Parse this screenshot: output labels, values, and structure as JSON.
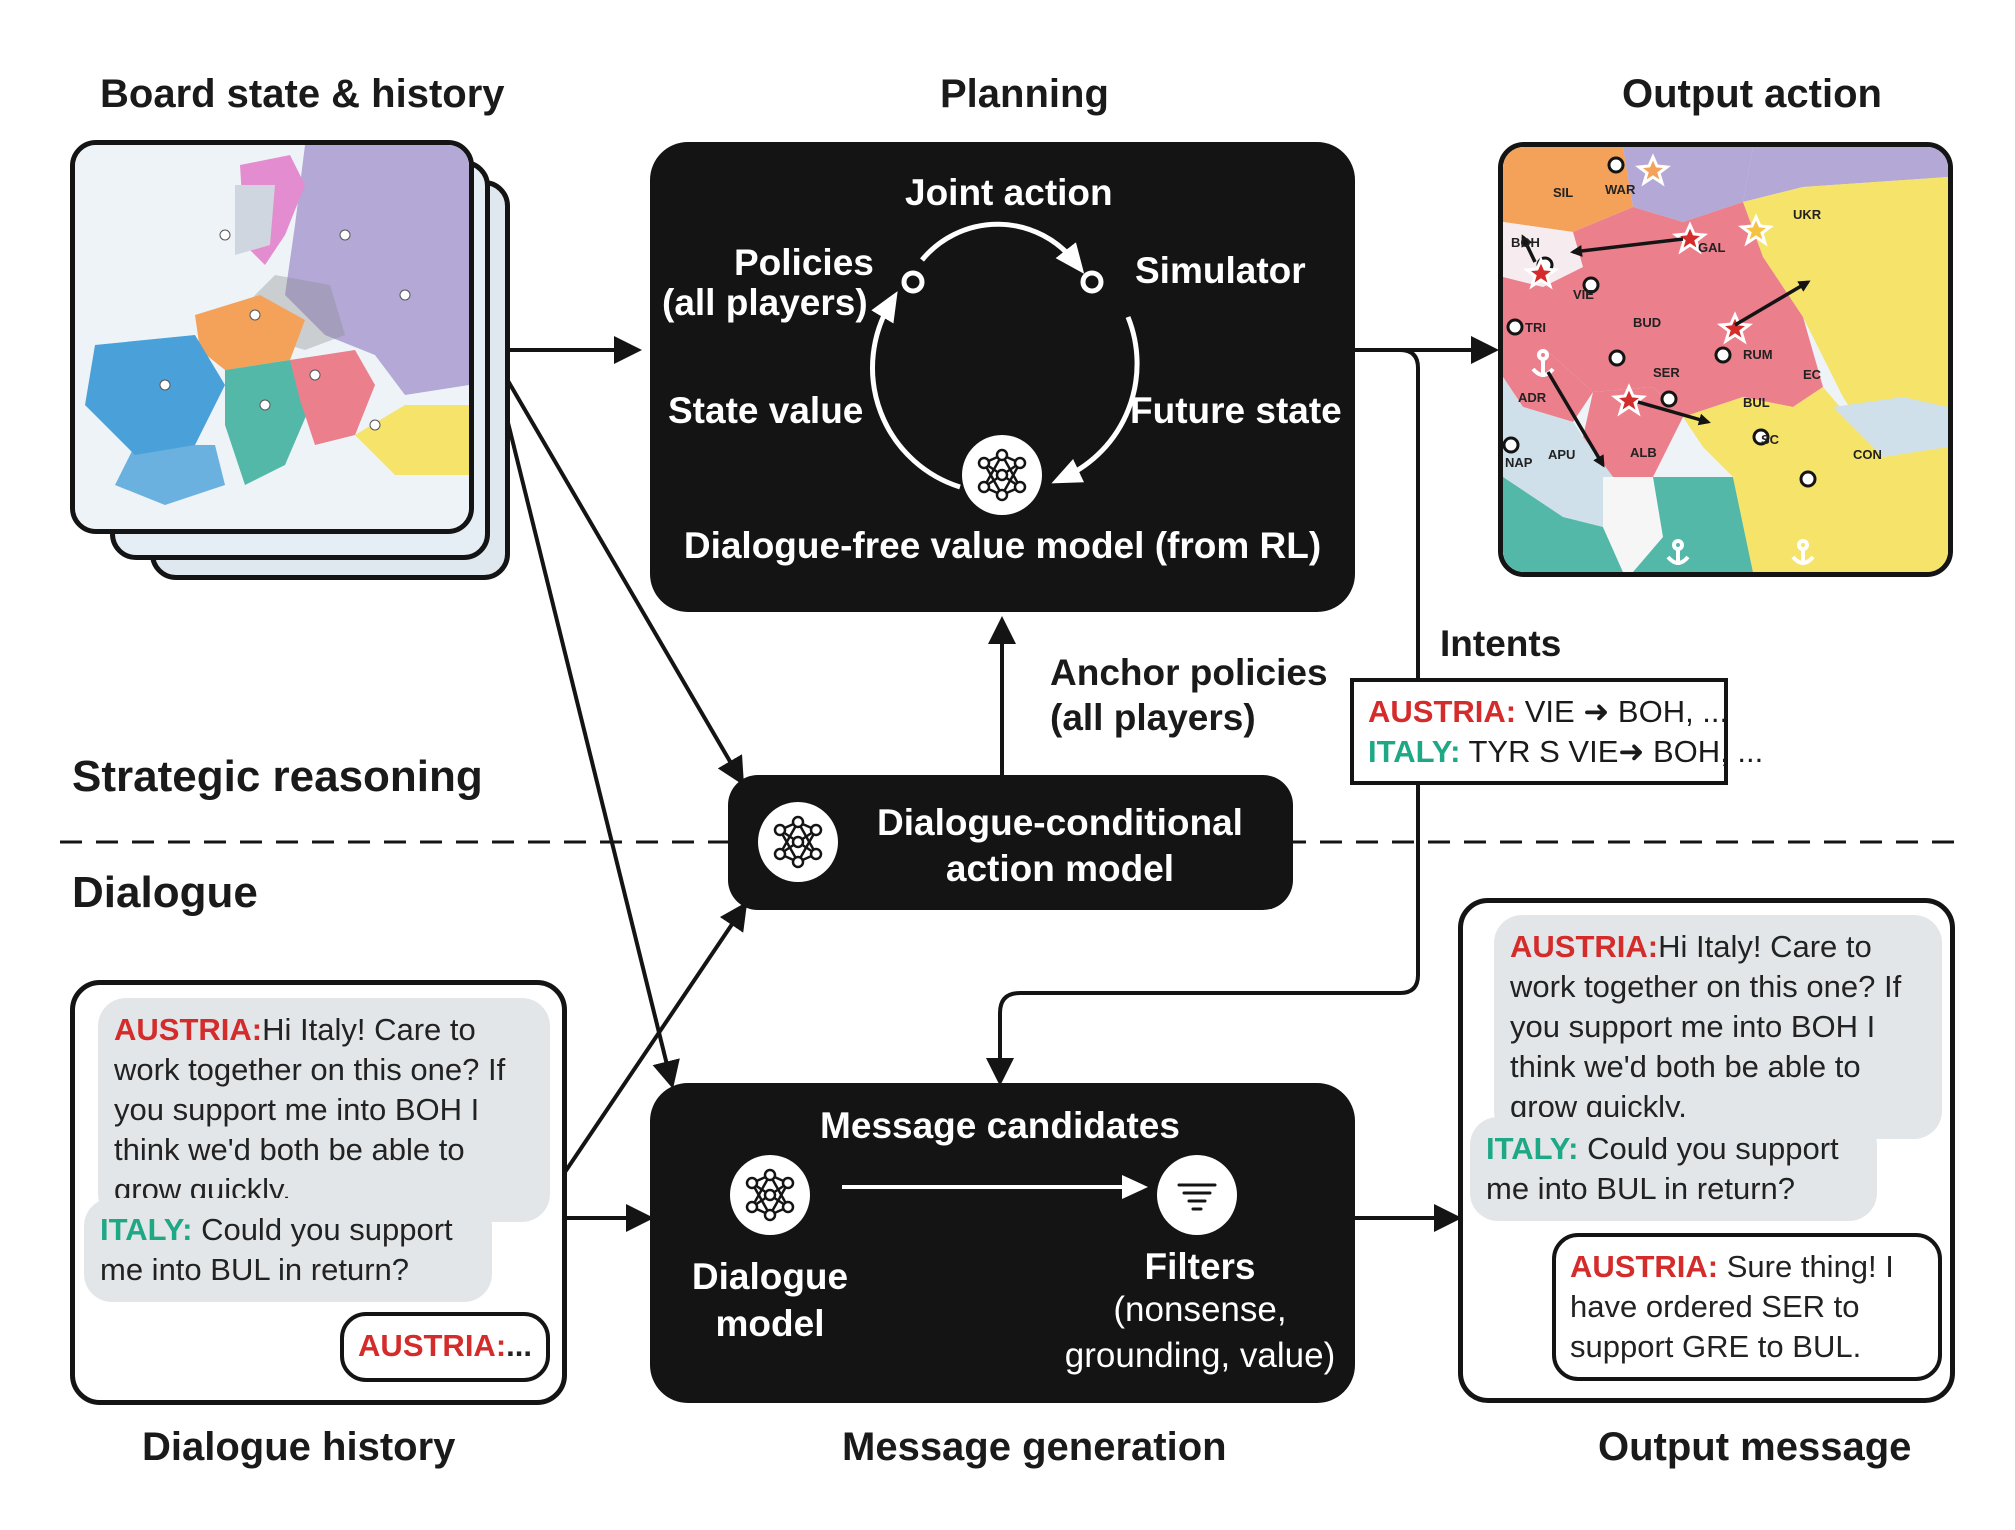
{
  "headers": {
    "board_state": "Board state & history",
    "planning": "Planning",
    "output_action": "Output action",
    "dialogue_history": "Dialogue history",
    "message_generation": "Message generation",
    "output_message": "Output message"
  },
  "sections": {
    "strategic": "Strategic reasoning",
    "dialogue": "Dialogue"
  },
  "planning_box": {
    "joint_action": "Joint action",
    "policies_line1": "Policies",
    "policies_line2": "(all players)",
    "simulator": "Simulator",
    "state_value": "State value",
    "future_state": "Future state",
    "value_model": "Dialogue-free value model (from RL)"
  },
  "anchor": {
    "line1": "Anchor policies",
    "line2": "(all players)"
  },
  "action_model": {
    "line1": "Dialogue-conditional",
    "line2": "action model"
  },
  "intents": {
    "title": "Intents",
    "austria_label": "AUSTRIA:",
    "austria_text": "VIE ➜ BOH, ...",
    "italy_label": "ITALY:",
    "italy_text": "TYR S VIE➜ BOH, ..."
  },
  "message_gen": {
    "candidates": "Message candidates",
    "dialogue_model_line1": "Dialogue",
    "dialogue_model_line2": "model",
    "filters": "Filters",
    "filters_sub1": "(nonsense,",
    "filters_sub2": "grounding, value)"
  },
  "history_chat": {
    "msg1_speaker": "AUSTRIA:",
    "msg1_text": "Hi Italy! Care to work together on this one? If you support me into BOH I think we'd both be able to grow quickly.",
    "msg2_speaker": "ITALY:",
    "msg2_text": "Could you support me into BUL in return?",
    "msg3_speaker": "AUSTRIA:",
    "msg3_text": "..."
  },
  "output_chat": {
    "msg1_speaker": "AUSTRIA:",
    "msg1_text": "Hi Italy! Care to work together on this one? If you support me into BOH I think we'd both be able to grow quickly.",
    "msg2_speaker": "ITALY:",
    "msg2_text": "Could you support me into BUL in return?",
    "msg3_speaker": "AUSTRIA:",
    "msg3_text": "Sure thing! I have ordered SER to support GRE to BUL."
  },
  "map_labels": [
    "SIL",
    "WAR",
    "UKR",
    "BOH",
    "GAL",
    "VIE",
    "BUD",
    "TRI",
    "RUM",
    "SER",
    "ADR",
    "BUL",
    "EC",
    "ALB",
    "APU",
    "NAP",
    "SC",
    "CON"
  ],
  "icons": [
    "neural-network-icon",
    "filter-icon",
    "star-icon",
    "anchor-icon",
    "supply-center-icon"
  ],
  "colors": {
    "austria": "#d42b2b",
    "italy": "#1ea886",
    "box_bg": "#141414",
    "bubble_bg": "#e3e6e8",
    "map_austria": "#ec7f8c",
    "map_russia": "#b3a8d6",
    "map_turkey": "#f5e36a",
    "map_germany": "#f4a25a",
    "map_italy": "#54b8a8",
    "map_france": "#4aa0d8",
    "map_england": "#e38ccf"
  }
}
